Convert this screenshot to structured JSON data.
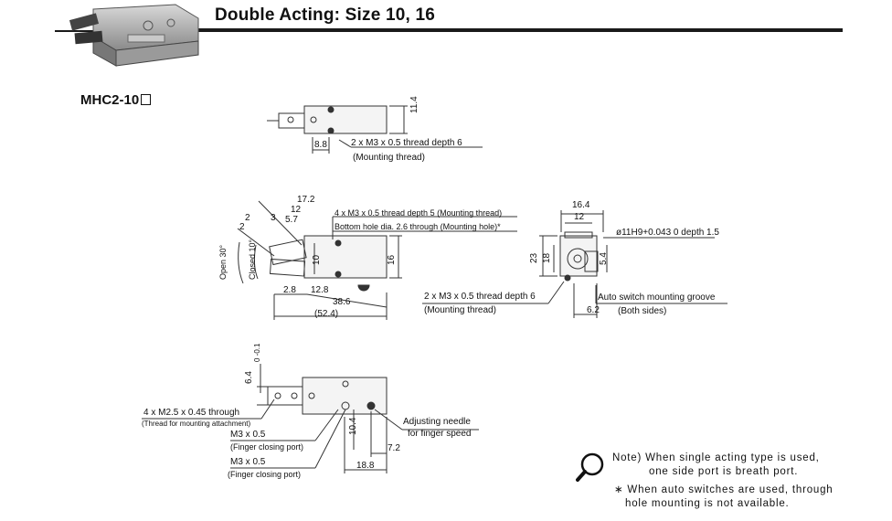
{
  "header": {
    "title": "Double Acting: Size 10, 16"
  },
  "model": {
    "name": "MHC2-10"
  },
  "top_view": {
    "dims": {
      "w": "8.8",
      "h": "11.4"
    },
    "callout_thread": "2 x M3 x 0.5 thread depth 6",
    "callout_thread_note": "(Mounting thread)"
  },
  "front_view": {
    "dims": {
      "d17_2": "17.2",
      "d12": "12",
      "d5_7": "5.7",
      "d2a": "2",
      "d2b": "2",
      "d3": "3",
      "d10": "10",
      "d16": "16",
      "d2_8": "2.8",
      "d12_8": "12.8",
      "d38_6": "38.6",
      "d52_4": "(52.4)",
      "open": "Open 30°",
      "closed": "Closed 10°"
    },
    "callout_thread": "4 x M3 x 0.5 thread depth 5 (Mounting thread)",
    "callout_hole": "Bottom hole dia. 2.6 through (Mounting hole)*"
  },
  "side_view": {
    "dims": {
      "d16_4": "16.4",
      "d12": "12",
      "d23": "23",
      "d18": "18",
      "d5_4": "5.4",
      "d6_2": "6.2"
    },
    "callout_bore": "ø11H9+0.043 0 depth 1.5",
    "callout_thread": "2 x M3 x 0.5 thread depth 6",
    "callout_thread_note": "(Mounting thread)",
    "callout_groove": "Auto switch mounting groove",
    "callout_groove_note": "(Both sides)"
  },
  "bottom_view": {
    "dims": {
      "d6_4": "6.4",
      "tol": "0 -0.1",
      "d10_4": "10.4",
      "d7_2": "7.2",
      "d18_8": "18.8"
    },
    "callout_attach": "4 x M2.5 x 0.45 through",
    "callout_attach_note": "(Thread for mounting attachment)",
    "callout_port1": "M3 x 0.5",
    "callout_port1_note": "(Finger closing port)",
    "callout_port2": "M3 x 0.5",
    "callout_port2_note": "(Finger closing port)",
    "callout_needle": "Adjusting needle",
    "callout_needle_note": "for finger speed"
  },
  "notes": {
    "line1": "Note) When single acting type is used,",
    "line2": "one side port is breath port.",
    "line3": "∗ When auto switches are used, through",
    "line4": "hole mounting is not available."
  },
  "icons": {
    "note": "magnifier-icon",
    "photo": "gripper-photo"
  }
}
